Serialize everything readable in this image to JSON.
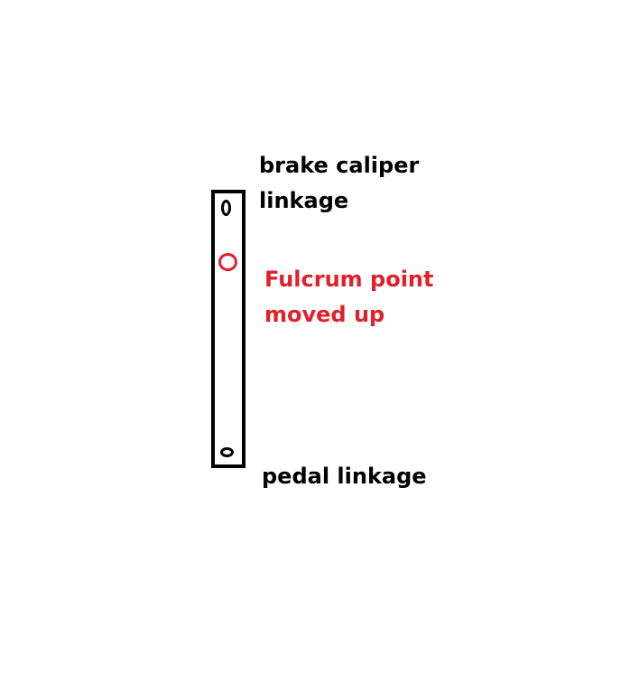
{
  "diagram": {
    "labels": {
      "top": [
        "brake caliper",
        "linkage"
      ],
      "fulcrum": [
        "Fulcrum point",
        "moved up"
      ],
      "bottom": "pedal linkage"
    },
    "colors": {
      "lever_outline": "#000000",
      "fulcrum": "#e0202a",
      "text": "#000000"
    },
    "points": [
      {
        "name": "brake caliper linkage hole",
        "color": "#000000"
      },
      {
        "name": "fulcrum point",
        "color": "#e0202a"
      },
      {
        "name": "pedal linkage hole",
        "color": "#000000"
      }
    ]
  }
}
